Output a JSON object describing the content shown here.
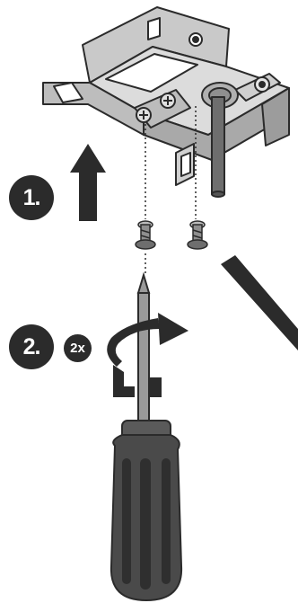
{
  "steps": {
    "step1_label": "1.",
    "step2_label": "2.",
    "repeat_label": "2x"
  },
  "colors": {
    "ink": "#2b2b2b",
    "metal_light": "#d9d9d9",
    "metal_mid": "#b5b5b5",
    "metal_dark": "#7a7a7a",
    "handle": "#4a4a4a",
    "handle_dark": "#2f2f2f"
  },
  "icons": [
    "mounting-bracket-icon",
    "arrow-up-icon",
    "screw-icon",
    "screwdriver-icon",
    "rotate-arrow-icon",
    "diagonal-pointer-icon"
  ]
}
